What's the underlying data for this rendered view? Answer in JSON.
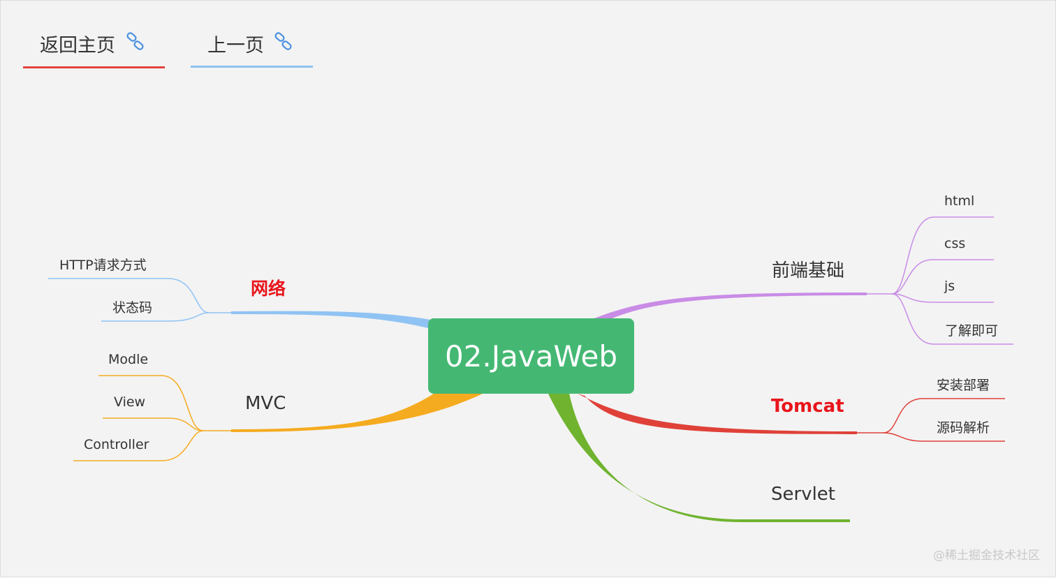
{
  "nav": {
    "home": {
      "label": "返回主页",
      "icon": "link-icon",
      "underline_color": "#e1433c"
    },
    "prev": {
      "label": "上一页",
      "icon": "link-icon",
      "underline_color": "#8cc2f0"
    }
  },
  "root": {
    "label": "02.JavaWeb",
    "color": "#44b873"
  },
  "branches": {
    "network": {
      "label": "网络",
      "color": "#8fc3f3",
      "text_color": "#e8151b",
      "children": [
        "HTTP请求方式",
        "状态码"
      ]
    },
    "mvc": {
      "label": "MVC",
      "color": "#f5ab1f",
      "text_color": "#333333",
      "children": [
        "Modle",
        "View",
        "Controller"
      ]
    },
    "frontend": {
      "label": "前端基础",
      "color": "#c98ce6",
      "text_color": "#333333",
      "children": [
        "html",
        "css",
        "js",
        "了解即可"
      ]
    },
    "tomcat": {
      "label": "Tomcat",
      "color": "#df4139",
      "text_color": "#e8151b",
      "children": [
        "安装部署",
        "源码解析"
      ]
    },
    "servlet": {
      "label": "Servlet",
      "color": "#6fb32f",
      "text_color": "#333333",
      "children": []
    }
  },
  "watermark": "@稀土掘金技术社区"
}
